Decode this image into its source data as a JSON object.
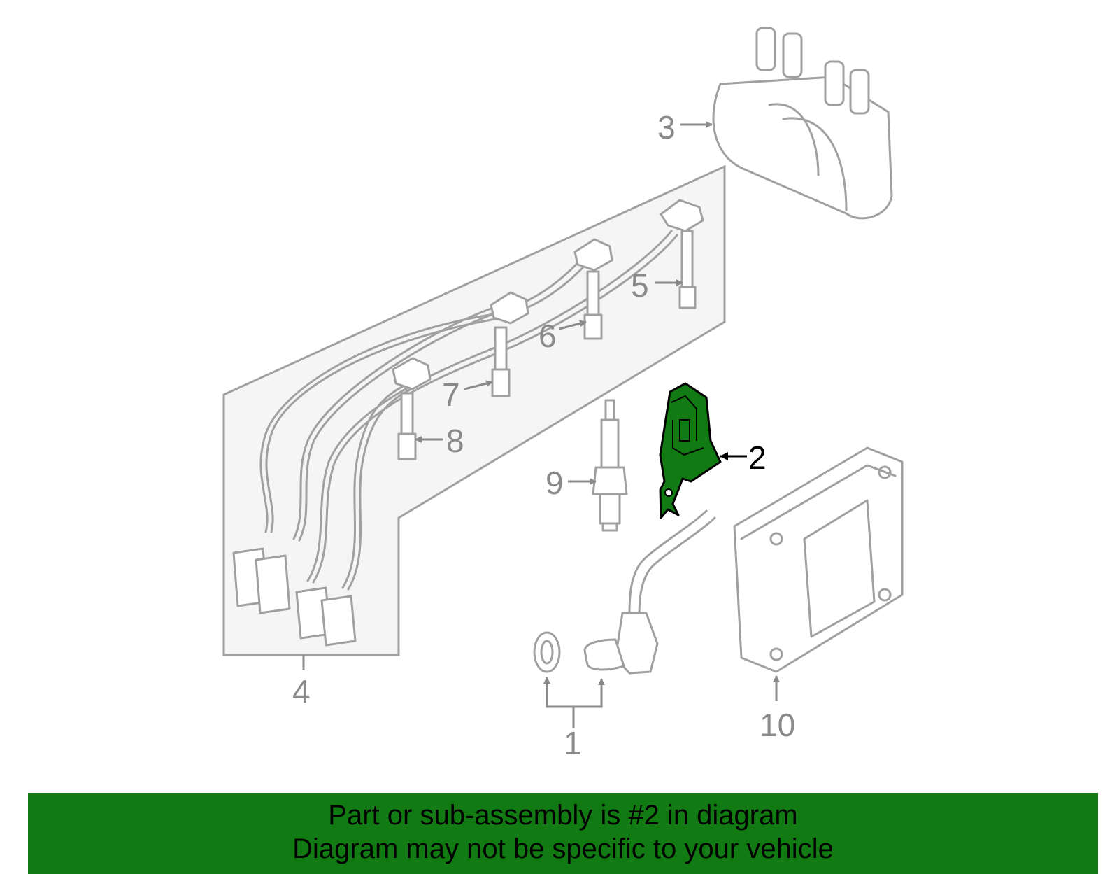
{
  "diagram": {
    "highlighted_part": "2",
    "colors": {
      "highlight": "#117a12",
      "outline": "#a0a0a0",
      "background_panel": "#f5f5f5"
    },
    "callouts": [
      {
        "id": "1",
        "label": "1"
      },
      {
        "id": "2",
        "label": "2"
      },
      {
        "id": "3",
        "label": "3"
      },
      {
        "id": "4",
        "label": "4"
      },
      {
        "id": "5",
        "label": "5"
      },
      {
        "id": "6",
        "label": "6"
      },
      {
        "id": "7",
        "label": "7"
      },
      {
        "id": "8",
        "label": "8"
      },
      {
        "id": "9",
        "label": "9"
      },
      {
        "id": "10",
        "label": "10"
      }
    ]
  },
  "banner": {
    "line1": "Part or sub-assembly is #2 in diagram",
    "line2": "Diagram may not be specific to your vehicle"
  }
}
